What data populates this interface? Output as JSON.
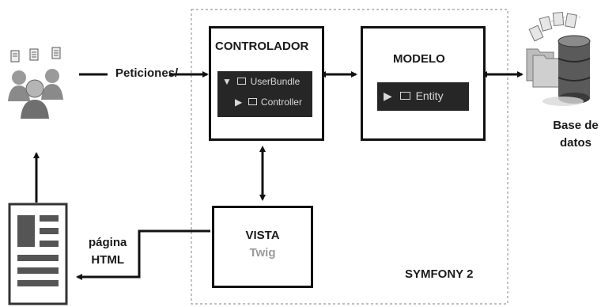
{
  "labels": {
    "requests": "Peticiones/",
    "html_page_line1": "página",
    "html_page_line2": "HTML",
    "database_line1": "Base de",
    "database_line2": "datos",
    "framework": "SYMFONY 2"
  },
  "controller": {
    "title": "CONTROLADOR",
    "tree": {
      "root": "UserBundle",
      "child": "Controller"
    }
  },
  "model": {
    "title": "MODELO",
    "tree": {
      "root": "Entity"
    }
  },
  "view": {
    "title": "VISTA",
    "subtitle": "Twig"
  },
  "icons": {
    "users": "users-group-icon",
    "document": "html-document-icon",
    "database": "database-icon"
  }
}
